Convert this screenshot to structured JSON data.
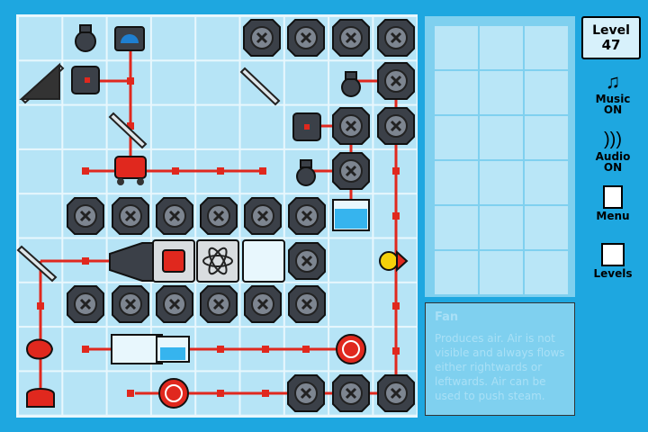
{
  "hud": {
    "level_label": "Level",
    "level_number": "47",
    "music_label": "Music",
    "music_state": "ON",
    "audio_label": "Audio",
    "audio_state": "ON",
    "menu_label": "Menu",
    "levels_label": "Levels"
  },
  "info": {
    "title": "Fan",
    "description": "Produces air. Air is not visible and always flows either rightwards or leftwards. Air can be used to push steam."
  },
  "colors": {
    "background": "#1ea7e0",
    "grid_cell": "#b6e4f6",
    "pipe": "#e0281e",
    "block": "#3a3f47"
  }
}
